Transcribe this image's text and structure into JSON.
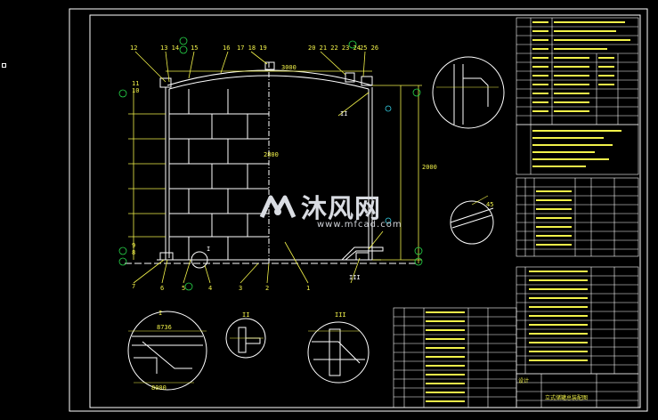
{
  "colors": {
    "background": "#000000",
    "frame": "#ffffff",
    "drawing": "#ffffff",
    "dimension": "#f2f24a",
    "tables": "#f2f24a",
    "accent_green": "#27d84a",
    "accent_cyan": "#34d0e6",
    "watermark": "#d9dce2"
  },
  "watermark": {
    "brand_text": "沐风网",
    "url": "www.mfcad.com",
    "logo_icon": "mfcad-logo-icon"
  },
  "drawing": {
    "callouts_top": [
      "12",
      "13 14",
      "15",
      "16",
      "17 18 19",
      "20 21 22 23 24",
      "25 26"
    ],
    "callouts_left": [
      "11",
      "10",
      "9",
      "8",
      "7"
    ],
    "callouts_bottom": [
      "6",
      "5",
      "4",
      "3",
      "2",
      "1"
    ],
    "section_marks": [
      "I",
      "II",
      "III"
    ],
    "dim_top": "3000",
    "dim_left": "2000",
    "dim_center": "2800"
  },
  "detail_views": {
    "left_circle_label": "I",
    "left_circle_dim1": "8736",
    "left_circle_dim2": "8000",
    "middle_label": "II",
    "right_circle_label": "III",
    "angle_view_label": "45"
  },
  "title_block": {
    "drawing_name": "立式储罐总装配图",
    "row_label": "设计"
  }
}
